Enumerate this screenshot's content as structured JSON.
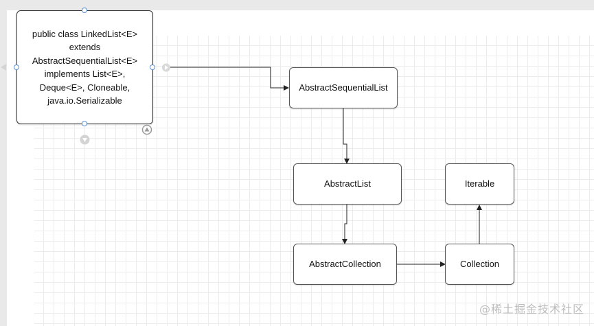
{
  "nodes": {
    "linkedlist": "public class LinkedList<E>\nextends\nAbstractSequentialList<E>\nimplements List<E>,\nDeque<E>, Cloneable,\njava.io.Serializable",
    "abstract_sequential_list": "AbstractSequentialList",
    "abstract_list": "AbstractList",
    "abstract_collection": "AbstractCollection",
    "collection": "Collection",
    "iterable": "Iterable"
  },
  "watermark": "@稀土掘金技术社区",
  "colors": {
    "handle": "#5b8fd0",
    "grid": "#ececec",
    "arrow": "#222222"
  }
}
